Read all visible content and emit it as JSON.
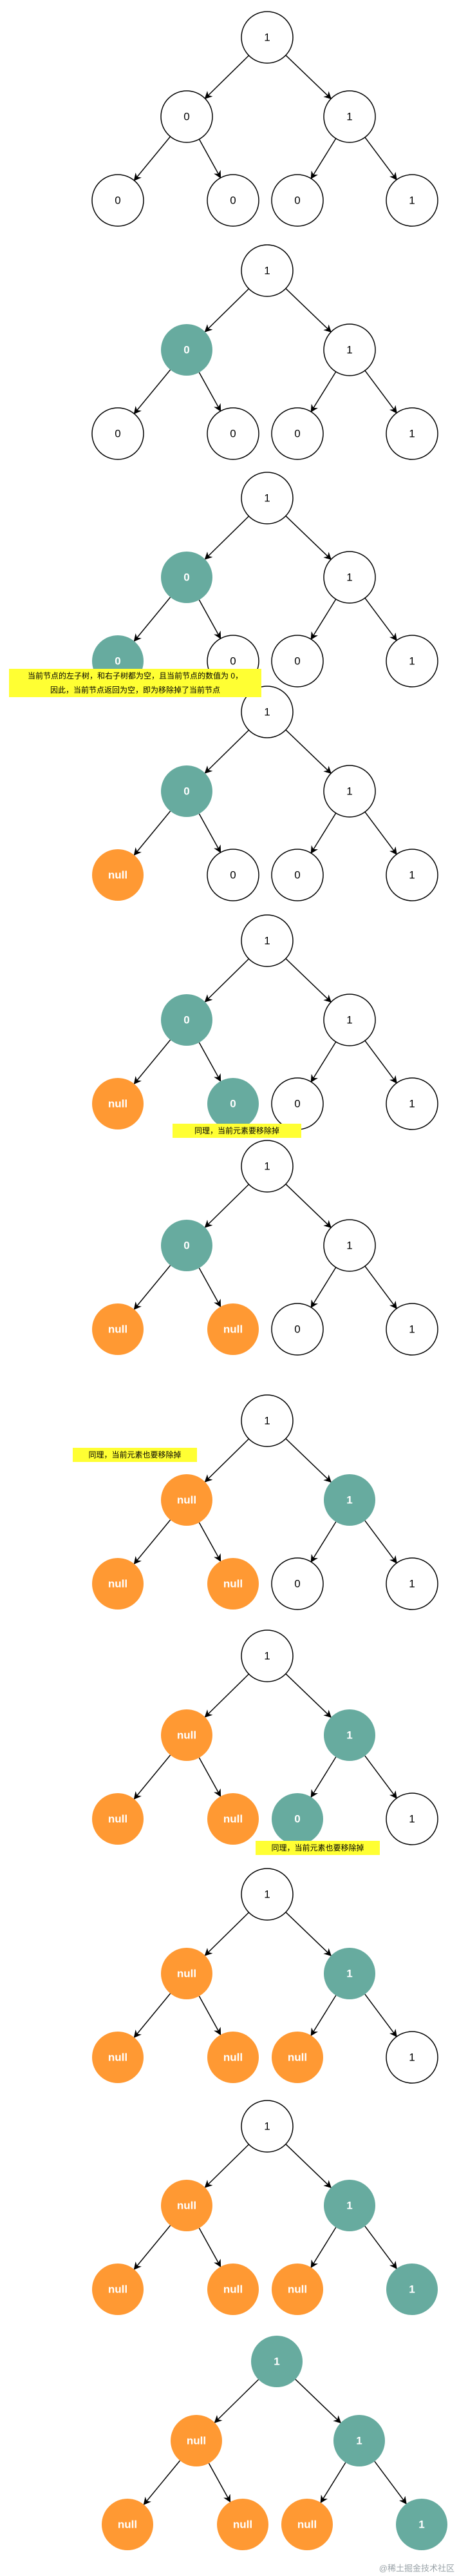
{
  "colors": {
    "plain": "#ffffff",
    "teal": "#67ab9f",
    "orange": "#ff9933",
    "stroke": "#000000",
    "highlight": "#ffff33"
  },
  "steps": [
    {
      "nodes": [
        {
          "label": "1",
          "style": "plain"
        },
        {
          "label": "0",
          "style": "plain"
        },
        {
          "label": "1",
          "style": "plain"
        },
        {
          "label": "0",
          "style": "plain"
        },
        {
          "label": "0",
          "style": "plain"
        },
        {
          "label": "0",
          "style": "plain"
        },
        {
          "label": "1",
          "style": "plain"
        }
      ]
    },
    {
      "nodes": [
        {
          "label": "1",
          "style": "plain"
        },
        {
          "label": "0",
          "style": "teal"
        },
        {
          "label": "1",
          "style": "plain"
        },
        {
          "label": "0",
          "style": "plain"
        },
        {
          "label": "0",
          "style": "plain"
        },
        {
          "label": "0",
          "style": "plain"
        },
        {
          "label": "1",
          "style": "plain"
        }
      ]
    },
    {
      "nodes": [
        {
          "label": "1",
          "style": "plain"
        },
        {
          "label": "0",
          "style": "teal"
        },
        {
          "label": "1",
          "style": "plain"
        },
        {
          "label": "0",
          "style": "teal"
        },
        {
          "label": "0",
          "style": "plain"
        },
        {
          "label": "0",
          "style": "plain"
        },
        {
          "label": "1",
          "style": "plain"
        }
      ]
    },
    {
      "nodes": [
        {
          "label": "1",
          "style": "plain"
        },
        {
          "label": "0",
          "style": "teal"
        },
        {
          "label": "1",
          "style": "plain"
        },
        {
          "label": "null",
          "style": "orange"
        },
        {
          "label": "0",
          "style": "plain"
        },
        {
          "label": "0",
          "style": "plain"
        },
        {
          "label": "1",
          "style": "plain"
        }
      ]
    },
    {
      "nodes": [
        {
          "label": "1",
          "style": "plain"
        },
        {
          "label": "0",
          "style": "teal"
        },
        {
          "label": "1",
          "style": "plain"
        },
        {
          "label": "null",
          "style": "orange"
        },
        {
          "label": "0",
          "style": "teal"
        },
        {
          "label": "0",
          "style": "plain"
        },
        {
          "label": "1",
          "style": "plain"
        }
      ]
    },
    {
      "nodes": [
        {
          "label": "1",
          "style": "plain"
        },
        {
          "label": "0",
          "style": "teal"
        },
        {
          "label": "1",
          "style": "plain"
        },
        {
          "label": "null",
          "style": "orange"
        },
        {
          "label": "null",
          "style": "orange"
        },
        {
          "label": "0",
          "style": "plain"
        },
        {
          "label": "1",
          "style": "plain"
        }
      ]
    },
    {
      "nodes": [
        {
          "label": "1",
          "style": "plain"
        },
        {
          "label": "null",
          "style": "orange"
        },
        {
          "label": "1",
          "style": "teal"
        },
        {
          "label": "null",
          "style": "orange"
        },
        {
          "label": "null",
          "style": "orange"
        },
        {
          "label": "0",
          "style": "plain"
        },
        {
          "label": "1",
          "style": "plain"
        }
      ]
    },
    {
      "nodes": [
        {
          "label": "1",
          "style": "plain"
        },
        {
          "label": "null",
          "style": "orange"
        },
        {
          "label": "1",
          "style": "teal"
        },
        {
          "label": "null",
          "style": "orange"
        },
        {
          "label": "null",
          "style": "orange"
        },
        {
          "label": "0",
          "style": "teal"
        },
        {
          "label": "1",
          "style": "plain"
        }
      ]
    },
    {
      "nodes": [
        {
          "label": "1",
          "style": "plain"
        },
        {
          "label": "null",
          "style": "orange"
        },
        {
          "label": "1",
          "style": "teal"
        },
        {
          "label": "null",
          "style": "orange"
        },
        {
          "label": "null",
          "style": "orange"
        },
        {
          "label": "null",
          "style": "orange"
        },
        {
          "label": "1",
          "style": "plain"
        }
      ]
    },
    {
      "nodes": [
        {
          "label": "1",
          "style": "plain"
        },
        {
          "label": "null",
          "style": "orange"
        },
        {
          "label": "1",
          "style": "teal"
        },
        {
          "label": "null",
          "style": "orange"
        },
        {
          "label": "null",
          "style": "orange"
        },
        {
          "label": "null",
          "style": "orange"
        },
        {
          "label": "1",
          "style": "teal"
        }
      ]
    },
    {
      "nodes": [
        {
          "label": "1",
          "style": "teal"
        },
        {
          "label": "null",
          "style": "orange"
        },
        {
          "label": "1",
          "style": "teal"
        },
        {
          "label": "null",
          "style": "orange"
        },
        {
          "label": "null",
          "style": "orange"
        },
        {
          "label": "null",
          "style": "orange"
        },
        {
          "label": "1",
          "style": "teal"
        }
      ]
    }
  ],
  "notes": [
    {
      "lines": [
        "当前节点的左子树，和右子树都为空，且当前节点的数值为 0，",
        "因此，当前节点返回为空，即为移除掉了当前节点"
      ]
    },
    {
      "lines": [
        "同理，当前元素要移除掉"
      ]
    },
    {
      "lines": [
        "同理，当前元素也要移除掉"
      ]
    },
    {
      "lines": [
        "同理，当前元素也要移除掉"
      ]
    }
  ],
  "watermark": "@稀土掘金技术社区"
}
